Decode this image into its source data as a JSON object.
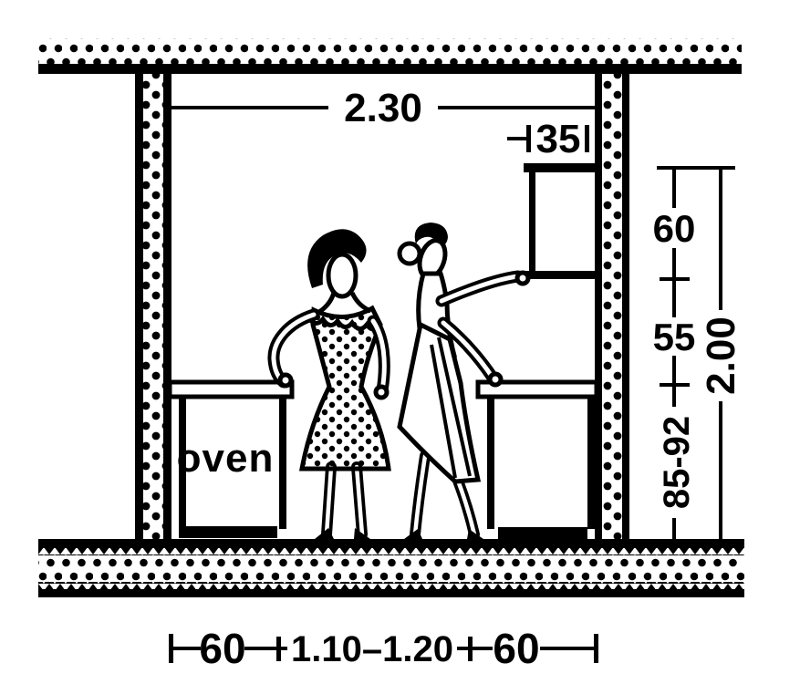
{
  "diagram": {
    "type": "architectural-section",
    "subject": "kitchen-section-with-two-figures"
  },
  "labels": {
    "oven": "oven"
  },
  "dimensions": {
    "width_total": "2.30",
    "cabinet_depth": "35",
    "cabinet_height": "60",
    "counter_to_cabinet_gap": "55",
    "worktop_height_range": "85-92",
    "room_height": "2.00",
    "bottom_left_width": "60",
    "bottom_center_width": "1.10–1.20",
    "bottom_right_width": "60"
  },
  "colors": {
    "ink": "#000000",
    "paper": "#ffffff"
  }
}
